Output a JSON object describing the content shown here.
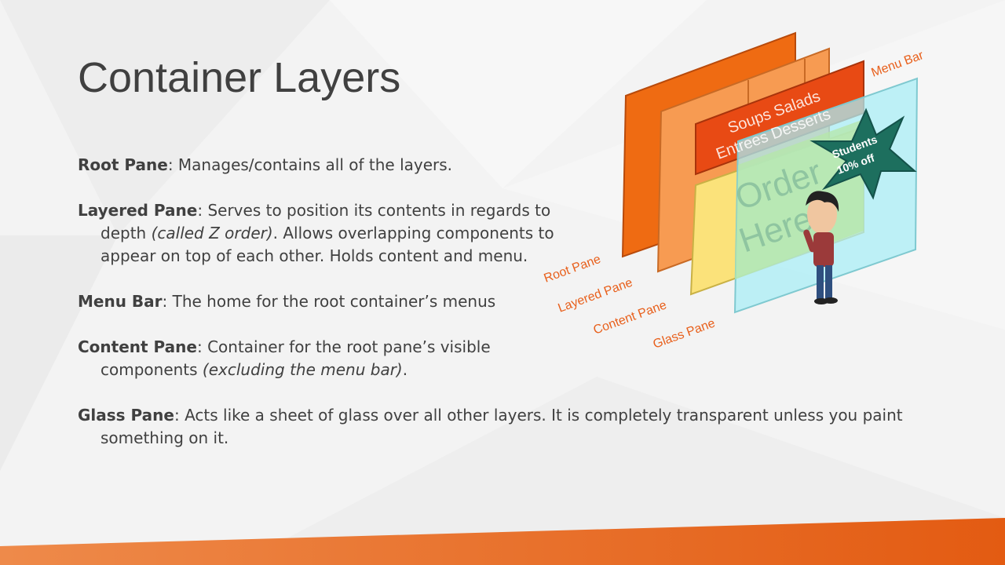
{
  "slide": {
    "title": "Container Layers",
    "paragraphs": [
      {
        "term": "Root Pane",
        "text": ": Manages/contains all of the layers."
      },
      {
        "term": "Layered Pane",
        "text": ": Serves to position its contents in regards to depth ",
        "em": "(called Z order)",
        "text2": ".  Allows overlapping components to appear on top of each other.  Holds content and menu."
      },
      {
        "term": "Menu Bar",
        "text": ": The home for the root container’s menus"
      },
      {
        "term": "Content Pane",
        "text": ": Container for the root pane’s visible components ",
        "em": "(excluding the menu bar)",
        "text2": "."
      },
      {
        "term": "Glass Pane",
        "text": ": Acts like a sheet of glass over all other layers.  It is completely transparent unless you paint something on it."
      }
    ]
  },
  "illustration": {
    "labels": {
      "menu_bar": "Menu Bar",
      "root_pane": "Root Pane",
      "layered_pane": "Layered Pane",
      "content_pane": "Content Pane",
      "glass_pane": "Glass Pane"
    },
    "menu_items_line1": "Soups  Salads",
    "menu_items_line2": "Entrees  Desserts",
    "order_line1": "Order",
    "order_line2": "Here",
    "badge_line1": "Students",
    "badge_line2": "10% off"
  },
  "colors": {
    "accent_orange": "#e8601c",
    "root_pane": "#ef6b12",
    "layered_pane": "#f79b52",
    "menu_bar": "#e84a14",
    "content_pane": "#fbe27a",
    "glass_pane": "#a9eef5",
    "badge": "#1d6f5e",
    "label_text": "#e8601c",
    "body_text": "#404040"
  }
}
